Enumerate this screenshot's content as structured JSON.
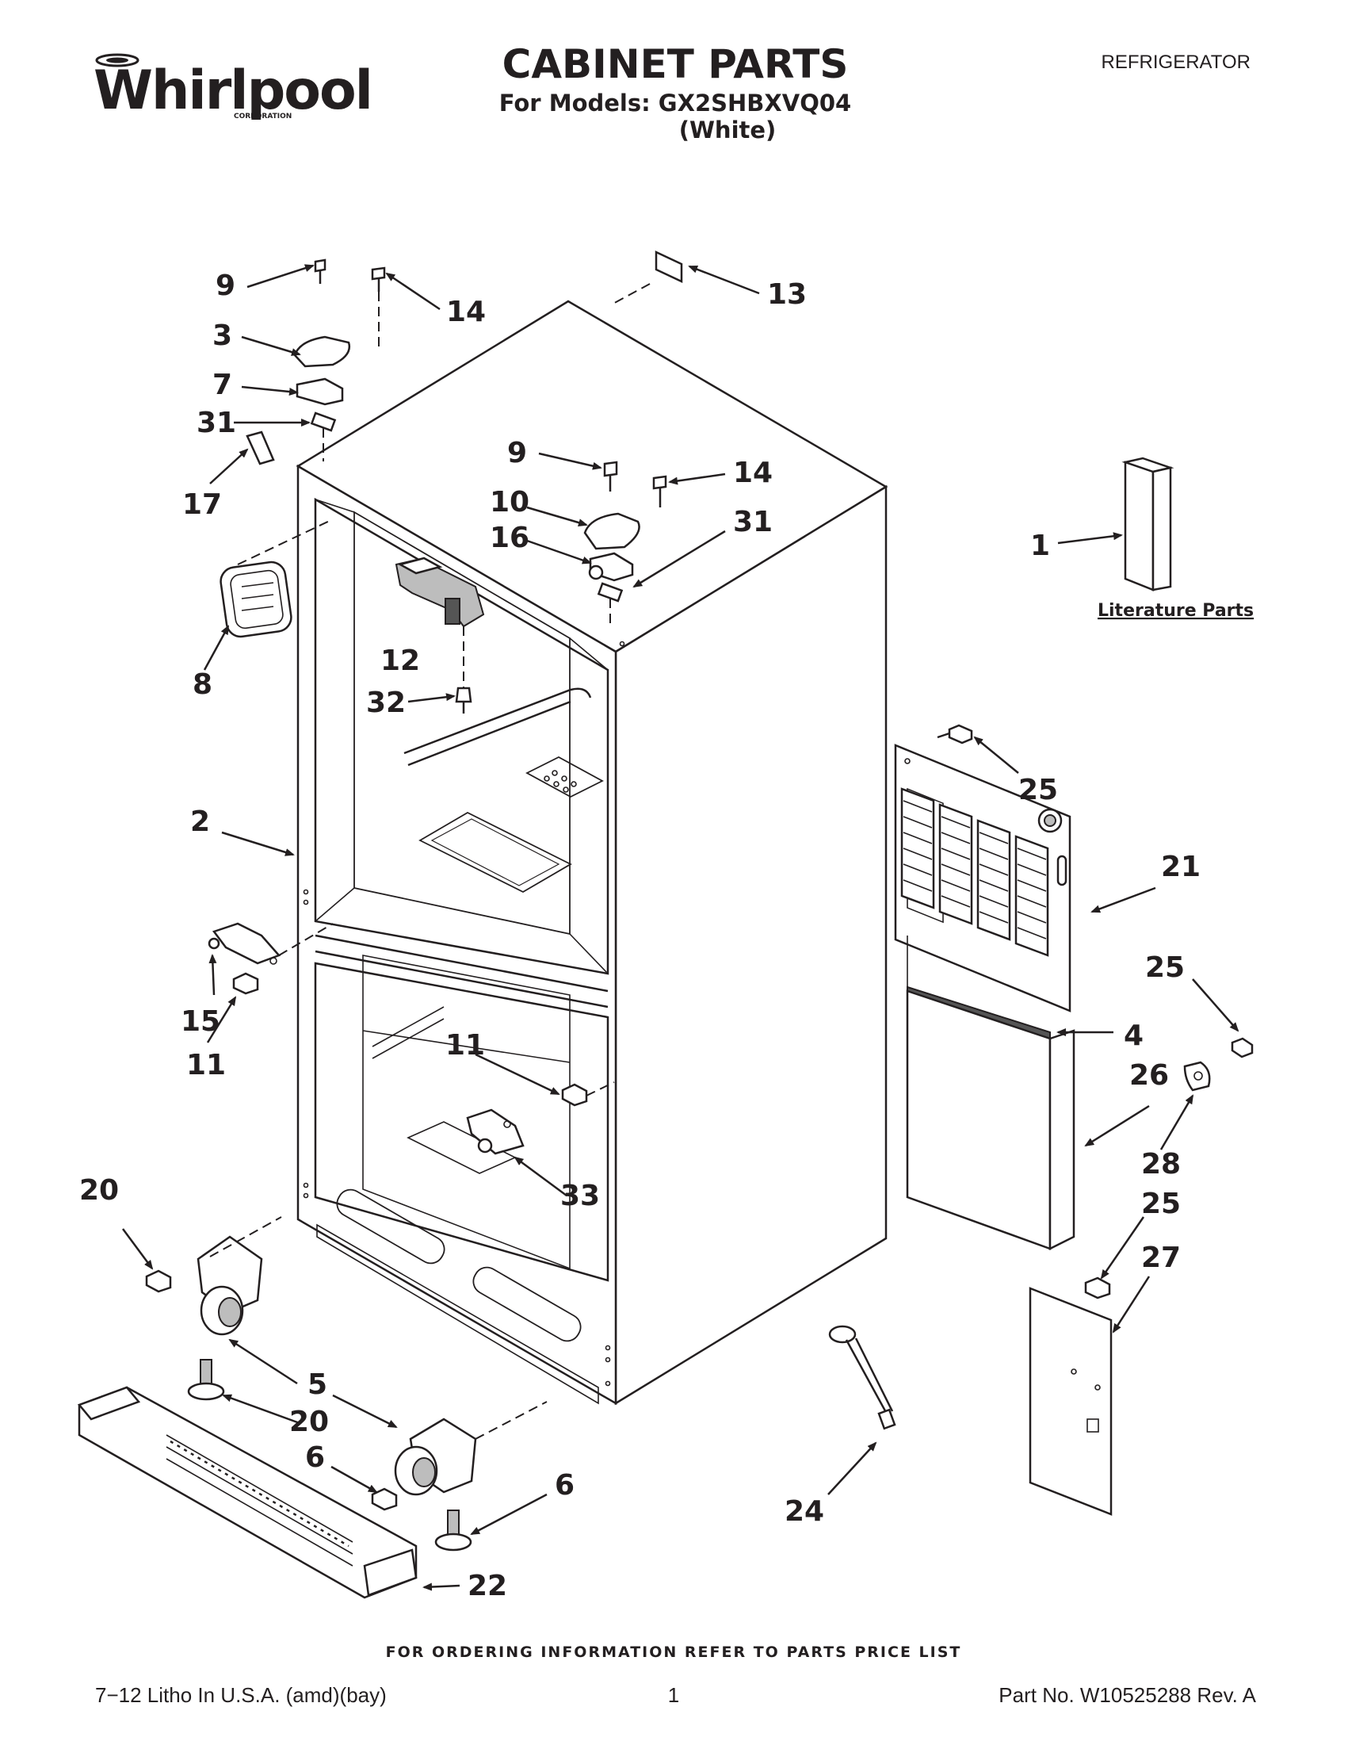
{
  "header": {
    "brand": "Whirlpool",
    "brand_sub": "CORPORATION",
    "title": "CABINET PARTS",
    "models_line": "For Models: GX2SHBXVQ04",
    "color_line": "(White)",
    "category": "REFRIGERATOR"
  },
  "callouts": {
    "c1": "1",
    "c2": "2",
    "c3": "3",
    "c4": "4",
    "c5": "5",
    "c6a": "6",
    "c6b": "6",
    "c7": "7",
    "c8": "8",
    "c9a": "9",
    "c9b": "9",
    "c10": "10",
    "c11a": "11",
    "c11b": "11",
    "c12": "12",
    "c13": "13",
    "c14a": "14",
    "c14b": "14",
    "c15": "15",
    "c16": "16",
    "c17": "17",
    "c20a": "20",
    "c20b": "20",
    "c21": "21",
    "c22": "22",
    "c24": "24",
    "c25a": "25",
    "c25b": "25",
    "c25c": "25",
    "c26": "26",
    "c27": "27",
    "c28": "28",
    "c31a": "31",
    "c31b": "31",
    "c32": "32",
    "c33": "33"
  },
  "literature_label": "Literature Parts",
  "footer": {
    "ordering": "FOR ORDERING INFORMATION REFER TO PARTS PRICE LIST",
    "litho": "7−12 Litho In U.S.A. (amd)(bay)",
    "page": "1",
    "part_no": "Part No. W10525288 Rev. A"
  }
}
